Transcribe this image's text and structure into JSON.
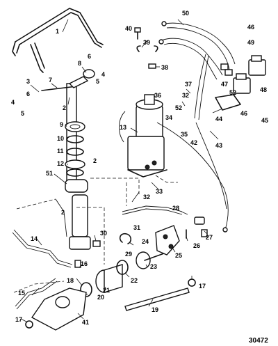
{
  "figure_number": "30472",
  "callouts": {
    "c1": "1",
    "c2a": "2",
    "c2b": "2",
    "c2c": "2",
    "c3": "3",
    "c4a": "4",
    "c4b": "4",
    "c5a": "5",
    "c5b": "5",
    "c6a": "6",
    "c6b": "6",
    "c7": "7",
    "c8": "8",
    "c9": "9",
    "c10": "10",
    "c11": "11",
    "c12": "12",
    "c13": "13",
    "c14": "14",
    "c15": "15",
    "c16": "16",
    "c17a": "17",
    "c17b": "17",
    "c18": "18",
    "c19": "19",
    "c20": "20",
    "c21": "21",
    "c22": "22",
    "c23": "23",
    "c24": "24",
    "c25": "25",
    "c26": "26",
    "c27": "27",
    "c28": "28",
    "c29": "29",
    "c30": "30",
    "c31": "31",
    "c32a": "32",
    "c32b": "32",
    "c33": "33",
    "c34": "34",
    "c35": "35",
    "c36": "36",
    "c37": "37",
    "c38": "38",
    "c39": "39",
    "c40": "40",
    "c41": "41",
    "c42": "42",
    "c43": "43",
    "c44": "44",
    "c45": "45",
    "c46a": "46",
    "c46b": "46",
    "c47": "47",
    "c48": "48",
    "c49": "49",
    "c50": "50",
    "c51": "51",
    "c52a": "52",
    "c52b": "52"
  }
}
